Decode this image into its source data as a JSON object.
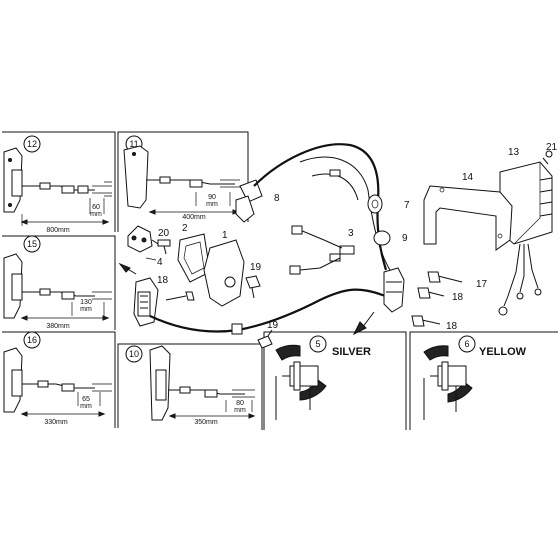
{
  "insets": {
    "i12": {
      "num": "12",
      "dim": "800mm",
      "sub": "60",
      "unit": "mm"
    },
    "i11": {
      "num": "11",
      "dim": "400mm",
      "sub": "90",
      "unit": "mm"
    },
    "i15": {
      "num": "15",
      "dim": "380mm",
      "sub": "130",
      "unit": "mm"
    },
    "i16": {
      "num": "16",
      "dim": "330mm",
      "sub": "65",
      "unit": "mm"
    },
    "i10": {
      "num": "10",
      "dim": "350mm",
      "sub": "80",
      "unit": "mm"
    },
    "i5": {
      "num": "5",
      "label": "SILVER"
    },
    "i6": {
      "num": "6",
      "label": "YELLOW"
    }
  },
  "parts": {
    "p1": "1",
    "p2": "2",
    "p3": "3",
    "p4": "4",
    "p7": "7",
    "p8": "8",
    "p9": "9",
    "p13": "13",
    "p14": "14",
    "p17": "17",
    "p18a": "18",
    "p18b": "18",
    "p18c": "18",
    "p19a": "19",
    "p19b": "19",
    "p20": "20",
    "p21": "21"
  }
}
